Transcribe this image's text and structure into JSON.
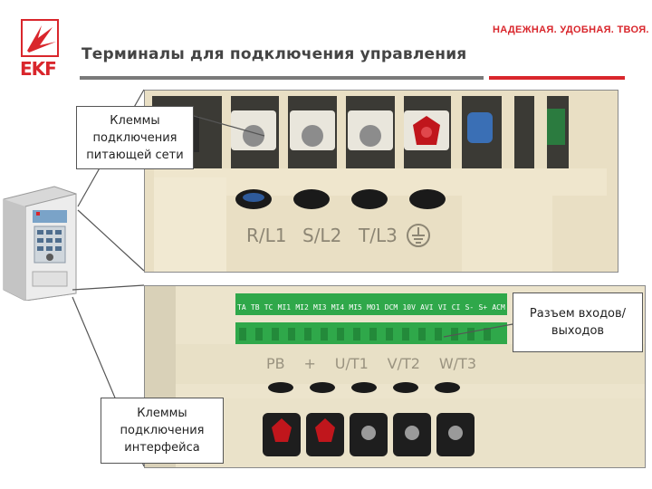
{
  "header": {
    "logo_text": "EKF",
    "title": "Терминалы для подключения управления",
    "slogan": "НАДЕЖНАЯ. УДОБНАЯ. ТВОЯ."
  },
  "photos": {
    "power_terminals": {
      "terminal_labels": [
        "R/L1",
        "S/L2",
        "T/L3"
      ]
    },
    "interface_terminals": {
      "strip_labels": [
        "TA",
        "TB",
        "TC",
        "MI1",
        "MI2",
        "MI3",
        "MI4",
        "MI5",
        "MO1",
        "DCM",
        "10V",
        "AVI",
        "VI",
        "CI",
        "S-",
        "S+",
        "ACM"
      ],
      "output_labels": [
        "PB",
        "+",
        "U/T1",
        "V/T2",
        "W/T3"
      ]
    }
  },
  "callouts": {
    "power": "Клеммы подключения питающей сети",
    "io": "Разъем входов/выходов",
    "interface": "Клеммы подключения интерфейса"
  },
  "colors": {
    "brand_red": "#d9262c",
    "title_gray": "#444444",
    "terminal_green": "#2fa84a"
  }
}
